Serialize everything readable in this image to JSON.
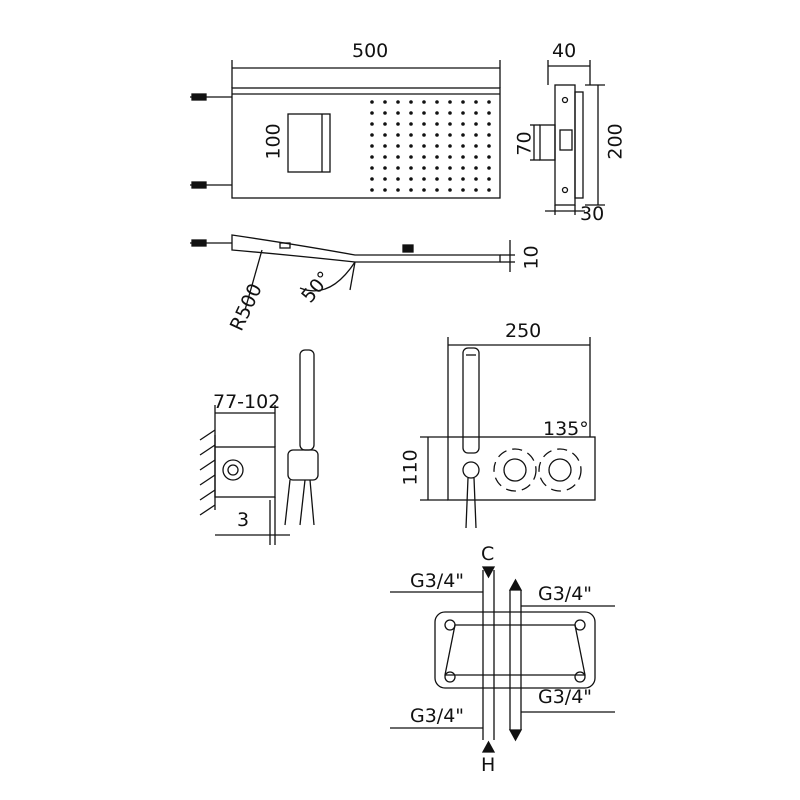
{
  "top_view": {
    "width_label": "500",
    "outlet_height_label": "100"
  },
  "side_view": {
    "depth_label": "40",
    "height_label": "200",
    "bracket_label": "70",
    "bottom_depth_label": "30"
  },
  "profile_view": {
    "thickness_label": "10",
    "radius_label": "R500",
    "angle_label": "50°"
  },
  "mixer_side": {
    "depth_range_label": "77-102",
    "offset_label": "3"
  },
  "mixer_front": {
    "width_label": "250",
    "rotation_label": "135°",
    "height_label": "110"
  },
  "connections": {
    "cold_label": "C",
    "hot_label": "H",
    "thread_top_left": "G3/4\"",
    "thread_top_right": "G3/4\"",
    "thread_bottom_left": "G3/4\"",
    "thread_bottom_right": "G3/4\""
  }
}
